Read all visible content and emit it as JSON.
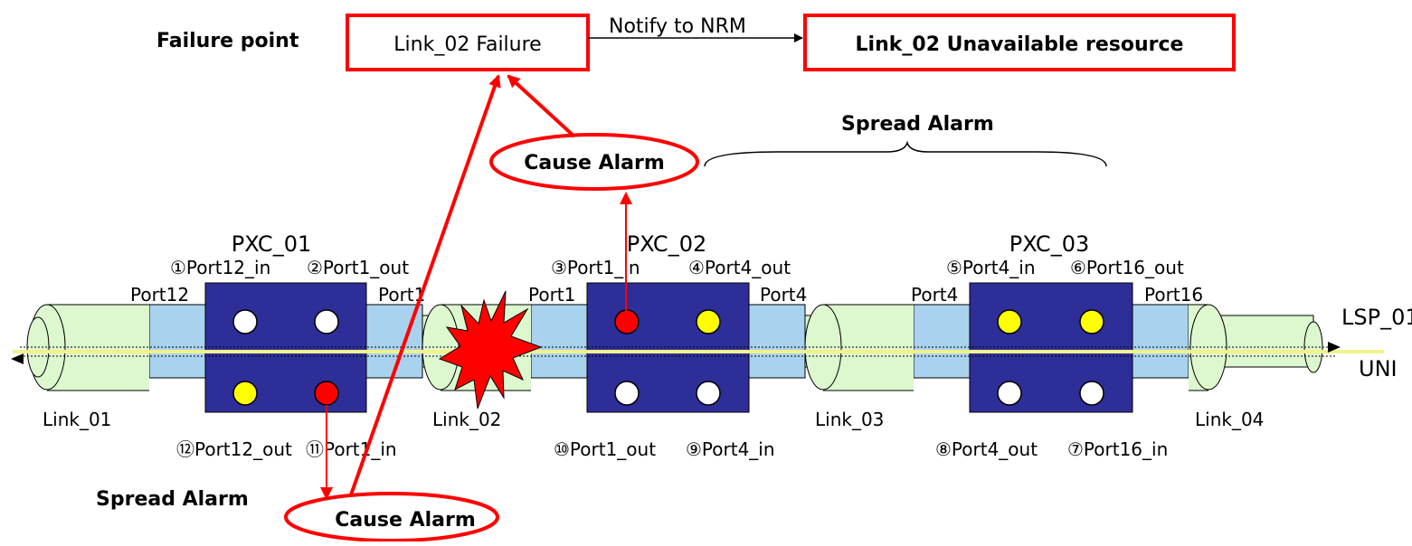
{
  "top": {
    "failure_point_label": "Failure point",
    "failure_box": "Link_02 Failure",
    "notify_label": "Notify to NRM",
    "unavailable_box": "Link_02 Unavailable resource"
  },
  "alarms": {
    "spread_top": "Spread Alarm",
    "cause_top": "Cause Alarm",
    "spread_bottom": "Spread Alarm",
    "cause_bottom": "Cause Alarm"
  },
  "nodes": [
    {
      "name": "PXC_01",
      "left_port": "Port12",
      "right_port": "Port1",
      "top_labels": [
        "①Port12_in",
        "②Port1_out"
      ],
      "bottom_labels": [
        "⑫Port12_out",
        "⑪Port1_in"
      ],
      "top_dots": [
        "white",
        "white"
      ],
      "bottom_dots": [
        "yellow",
        "red"
      ]
    },
    {
      "name": "PXC_02",
      "left_port": "Port1",
      "right_port": "Port4",
      "top_labels": [
        "③Port1_in",
        "④Port4_out"
      ],
      "bottom_labels": [
        "⑩Port1_out",
        "⑨Port4_in"
      ],
      "top_dots": [
        "red",
        "yellow"
      ],
      "bottom_dots": [
        "white",
        "white"
      ]
    },
    {
      "name": "PXC_03",
      "left_port": "Port4",
      "right_port": "Port16",
      "top_labels": [
        "⑤Port4_in",
        "⑥Port16_out"
      ],
      "bottom_labels": [
        "⑧Port4_out",
        "⑦Port16_in"
      ],
      "top_dots": [
        "yellow",
        "yellow"
      ],
      "bottom_dots": [
        "white",
        "white"
      ]
    }
  ],
  "links": [
    "Link_01",
    "Link_02",
    "Link_03",
    "Link_04"
  ],
  "path": {
    "lsp": "LSP_01",
    "uni": "UNI"
  },
  "colors": {
    "node_fill": "#2e2e99",
    "pipe_fill": "#ddf7cf",
    "connector_fill": "#a9d2ef",
    "alarm_red": "#ff0000",
    "yellow_dot": "#ffff00",
    "lsp_line": "#f2f28c"
  }
}
